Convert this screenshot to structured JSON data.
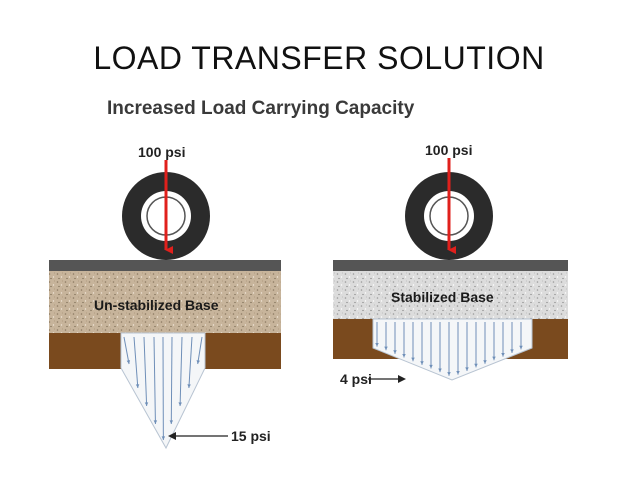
{
  "slide": {
    "title": "LOAD TRANSFER SOLUTION",
    "subtitle": "Increased Load Carrying Capacity"
  },
  "left_panel": {
    "load_label": "100 psi",
    "base_label": "Un-stabilized Base",
    "subgrade_pressure_label": "15 psi"
  },
  "right_panel": {
    "load_label": "100 psi",
    "base_label": "Stabilized Base",
    "subgrade_pressure_label": "4 psi"
  },
  "colors": {
    "load_arrow": "#e0201c",
    "tire": "#2b2b2b",
    "pavement": "#555555",
    "unstabilized_base": "#c7b49b",
    "stabilized_base": "#d9d9d9",
    "subgrade": "#7a4a1e",
    "stress_arrow": "#6f8fb8",
    "stress_zone": "#f4f6f8"
  }
}
